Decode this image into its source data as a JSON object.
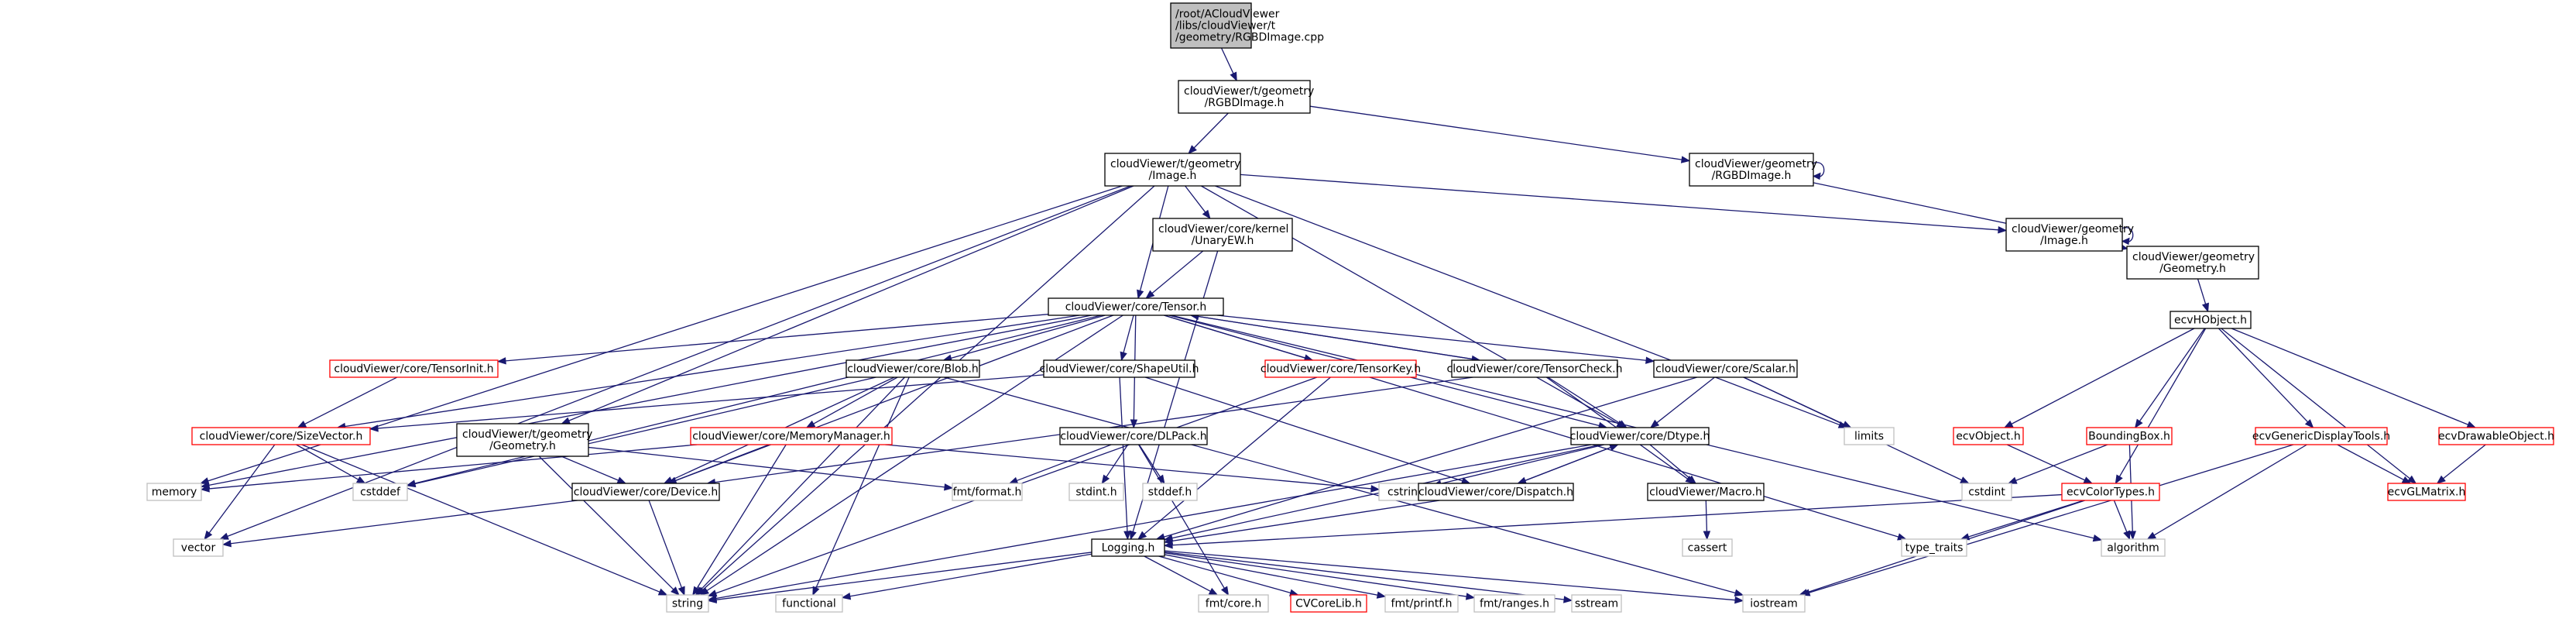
{
  "title": "RGBDImage.cpp include dependency graph",
  "colors": {
    "root_fill": "#bfbfbf",
    "root_stroke": "#000000",
    "doc_stroke": "#000000",
    "truncated_stroke": "#ff0000",
    "external_stroke": "#bfbfbf",
    "edge": "#191970",
    "fill": "#ffffff"
  },
  "nodes": [
    {
      "id": "root",
      "kind": "root",
      "lines": [
        "/root/ACloudViewer",
        "/libs/cloudViewer/t",
        "/geometry/RGBDImage.cpp"
      ]
    },
    {
      "id": "t_rgbd",
      "kind": "doc",
      "lines": [
        "cloudViewer/t/geometry",
        "/RGBDImage.h"
      ]
    },
    {
      "id": "t_image",
      "kind": "doc",
      "lines": [
        "cloudViewer/t/geometry",
        "/Image.h"
      ]
    },
    {
      "id": "g_rgbd",
      "kind": "doc",
      "lines": [
        "cloudViewer/geometry",
        "/RGBDImage.h"
      ]
    },
    {
      "id": "unaryew",
      "kind": "doc",
      "lines": [
        "cloudViewer/core/kernel",
        "/UnaryEW.h"
      ]
    },
    {
      "id": "g_image",
      "kind": "doc",
      "lines": [
        "cloudViewer/geometry",
        "/Image.h"
      ]
    },
    {
      "id": "g_geometry",
      "kind": "doc",
      "lines": [
        "cloudViewer/geometry",
        "/Geometry.h"
      ]
    },
    {
      "id": "tensor",
      "kind": "doc",
      "lines": [
        "cloudViewer/core/Tensor.h"
      ]
    },
    {
      "id": "ecvhobject",
      "kind": "doc",
      "lines": [
        "ecvHObject.h"
      ]
    },
    {
      "id": "tensorinit",
      "kind": "truncated",
      "lines": [
        "cloudViewer/core/TensorInit.h"
      ]
    },
    {
      "id": "blob",
      "kind": "doc",
      "lines": [
        "cloudViewer/core/Blob.h"
      ]
    },
    {
      "id": "shapeutil",
      "kind": "doc",
      "lines": [
        "cloudViewer/core/ShapeUtil.h"
      ]
    },
    {
      "id": "tensorkey",
      "kind": "truncated",
      "lines": [
        "cloudViewer/core/TensorKey.h"
      ]
    },
    {
      "id": "tensorcheck",
      "kind": "doc",
      "lines": [
        "cloudViewer/core/TensorCheck.h"
      ]
    },
    {
      "id": "scalar",
      "kind": "doc",
      "lines": [
        "cloudViewer/core/Scalar.h"
      ]
    },
    {
      "id": "limits",
      "kind": "external",
      "lines": [
        "limits"
      ]
    },
    {
      "id": "ecvobject",
      "kind": "truncated",
      "lines": [
        "ecvObject.h"
      ]
    },
    {
      "id": "boundingbox",
      "kind": "truncated",
      "lines": [
        "BoundingBox.h"
      ]
    },
    {
      "id": "ecvgenericdisplay",
      "kind": "truncated",
      "lines": [
        "ecvGenericDisplayTools.h"
      ]
    },
    {
      "id": "ecvdrawable",
      "kind": "truncated",
      "lines": [
        "ecvDrawableObject.h"
      ]
    },
    {
      "id": "sizevector",
      "kind": "truncated",
      "lines": [
        "cloudViewer/core/SizeVector.h"
      ]
    },
    {
      "id": "t_geometry",
      "kind": "doc",
      "lines": [
        "cloudViewer/t/geometry",
        "/Geometry.h"
      ]
    },
    {
      "id": "memorymanager",
      "kind": "truncated",
      "lines": [
        "cloudViewer/core/MemoryManager.h"
      ]
    },
    {
      "id": "dlpack",
      "kind": "doc",
      "lines": [
        "cloudViewer/core/DLPack.h"
      ]
    },
    {
      "id": "dtype",
      "kind": "doc",
      "lines": [
        "cloudViewer/core/Dtype.h"
      ]
    },
    {
      "id": "cstdint",
      "kind": "external",
      "lines": [
        "cstdint"
      ]
    },
    {
      "id": "ecvcolortypes",
      "kind": "truncated",
      "lines": [
        "ecvColorTypes.h"
      ]
    },
    {
      "id": "ecvglmatrix",
      "kind": "truncated",
      "lines": [
        "ecvGLMatrix.h"
      ]
    },
    {
      "id": "memory",
      "kind": "external",
      "lines": [
        "memory"
      ]
    },
    {
      "id": "cstddef",
      "kind": "external",
      "lines": [
        "cstddef"
      ]
    },
    {
      "id": "device",
      "kind": "doc",
      "lines": [
        "cloudViewer/core/Device.h"
      ]
    },
    {
      "id": "fmtformat",
      "kind": "external",
      "lines": [
        "fmt/format.h"
      ]
    },
    {
      "id": "stdint",
      "kind": "external",
      "lines": [
        "stdint.h"
      ]
    },
    {
      "id": "stddef",
      "kind": "external",
      "lines": [
        "stddef.h"
      ]
    },
    {
      "id": "cstring",
      "kind": "external",
      "lines": [
        "cstring"
      ]
    },
    {
      "id": "dispatch",
      "kind": "doc",
      "lines": [
        "cloudViewer/core/Dispatch.h"
      ]
    },
    {
      "id": "macro",
      "kind": "doc",
      "lines": [
        "cloudViewer/Macro.h"
      ]
    },
    {
      "id": "cassert",
      "kind": "external",
      "lines": [
        "cassert"
      ]
    },
    {
      "id": "typetraits",
      "kind": "external",
      "lines": [
        "type_traits"
      ]
    },
    {
      "id": "algorithm",
      "kind": "external",
      "lines": [
        "algorithm"
      ]
    },
    {
      "id": "vector",
      "kind": "external",
      "lines": [
        "vector"
      ]
    },
    {
      "id": "logging",
      "kind": "doc",
      "lines": [
        "Logging.h"
      ]
    },
    {
      "id": "string",
      "kind": "external",
      "lines": [
        "string"
      ]
    },
    {
      "id": "functional",
      "kind": "external",
      "lines": [
        "functional"
      ]
    },
    {
      "id": "fmtcore",
      "kind": "external",
      "lines": [
        "fmt/core.h"
      ]
    },
    {
      "id": "cvcorelib",
      "kind": "truncated",
      "lines": [
        "CVCoreLib.h"
      ]
    },
    {
      "id": "fmtprintf",
      "kind": "external",
      "lines": [
        "fmt/printf.h"
      ]
    },
    {
      "id": "fmtranges",
      "kind": "external",
      "lines": [
        "fmt/ranges.h"
      ]
    },
    {
      "id": "sstream",
      "kind": "external",
      "lines": [
        "sstream"
      ]
    },
    {
      "id": "iostream",
      "kind": "external",
      "lines": [
        "iostream"
      ]
    }
  ],
  "edges": [
    [
      "root",
      "t_rgbd"
    ],
    [
      "t_rgbd",
      "t_image"
    ],
    [
      "t_rgbd",
      "g_rgbd"
    ],
    [
      "t_image",
      "unaryew"
    ],
    [
      "t_image",
      "tensor"
    ],
    [
      "t_image",
      "t_geometry"
    ],
    [
      "t_image",
      "limits"
    ],
    [
      "t_image",
      "memory"
    ],
    [
      "t_image",
      "vector"
    ],
    [
      "t_image",
      "string"
    ],
    [
      "t_image",
      "dtype"
    ],
    [
      "t_image",
      "g_image"
    ],
    [
      "g_rgbd",
      "g_rgbd"
    ],
    [
      "g_rgbd",
      "g_geometry"
    ],
    [
      "g_image",
      "g_image"
    ],
    [
      "g_image",
      "g_geometry"
    ],
    [
      "unaryew",
      "tensor"
    ],
    [
      "unaryew",
      "logging"
    ],
    [
      "g_geometry",
      "ecvhobject"
    ],
    [
      "tensor",
      "tensorinit"
    ],
    [
      "tensor",
      "blob"
    ],
    [
      "tensor",
      "shapeutil"
    ],
    [
      "tensor",
      "tensorkey"
    ],
    [
      "tensor",
      "tensorcheck"
    ],
    [
      "tensor",
      "scalar"
    ],
    [
      "tensor",
      "sizevector"
    ],
    [
      "tensor",
      "dlpack"
    ],
    [
      "tensor",
      "dtype"
    ],
    [
      "tensor",
      "device"
    ],
    [
      "tensor",
      "memory"
    ],
    [
      "tensor",
      "string"
    ],
    [
      "tensor",
      "algorithm"
    ],
    [
      "tensor",
      "typetraits"
    ],
    [
      "tensor",
      "cstddef"
    ],
    [
      "tensorcheck",
      "tensor"
    ],
    [
      "tensorinit",
      "sizevector"
    ],
    [
      "blob",
      "memorymanager"
    ],
    [
      "blob",
      "device"
    ],
    [
      "blob",
      "cstddef"
    ],
    [
      "blob",
      "string"
    ],
    [
      "blob",
      "functional"
    ],
    [
      "blob",
      "iostream"
    ],
    [
      "shapeutil",
      "sizevector"
    ],
    [
      "shapeutil",
      "logging"
    ],
    [
      "shapeutil",
      "dispatch"
    ],
    [
      "tensorkey",
      "logging"
    ],
    [
      "tensorkey",
      "string"
    ],
    [
      "tensorcheck",
      "dtype"
    ],
    [
      "tensorcheck",
      "device"
    ],
    [
      "tensorcheck",
      "macro"
    ],
    [
      "scalar",
      "dtype"
    ],
    [
      "scalar",
      "logging"
    ],
    [
      "scalar",
      "cstdint"
    ],
    [
      "scalar",
      "limits"
    ],
    [
      "ecvhobject",
      "ecvobject"
    ],
    [
      "ecvhobject",
      "boundingbox"
    ],
    [
      "ecvhobject",
      "ecvgenericdisplay"
    ],
    [
      "ecvhobject",
      "ecvdrawable"
    ],
    [
      "ecvhobject",
      "ecvglmatrix"
    ],
    [
      "ecvhobject",
      "ecvcolortypes"
    ],
    [
      "ecvobject",
      "ecvcolortypes"
    ],
    [
      "boundingbox",
      "cstdint"
    ],
    [
      "boundingbox",
      "algorithm"
    ],
    [
      "ecvgenericdisplay",
      "ecvglmatrix"
    ],
    [
      "ecvgenericdisplay",
      "algorithm"
    ],
    [
      "ecvgenericdisplay",
      "iostream"
    ],
    [
      "ecvdrawable",
      "ecvglmatrix"
    ],
    [
      "sizevector",
      "cstddef"
    ],
    [
      "sizevector",
      "vector"
    ],
    [
      "sizevector",
      "string"
    ],
    [
      "t_geometry",
      "device"
    ],
    [
      "t_geometry",
      "string"
    ],
    [
      "t_geometry",
      "fmtformat"
    ],
    [
      "memorymanager",
      "device"
    ],
    [
      "memorymanager",
      "memory"
    ],
    [
      "memorymanager",
      "string"
    ],
    [
      "memorymanager",
      "cstring"
    ],
    [
      "dlpack",
      "fmtformat"
    ],
    [
      "dlpack",
      "stdint"
    ],
    [
      "dlpack",
      "stddef"
    ],
    [
      "dlpack",
      "fmtcore"
    ],
    [
      "dtype",
      "dispatch"
    ],
    [
      "dtype",
      "macro"
    ],
    [
      "dtype",
      "logging"
    ],
    [
      "dtype",
      "string"
    ],
    [
      "dtype",
      "cstring"
    ],
    [
      "dispatch",
      "dtype"
    ],
    [
      "dispatch",
      "logging"
    ],
    [
      "macro",
      "cassert"
    ],
    [
      "ecvcolortypes",
      "logging"
    ],
    [
      "ecvcolortypes",
      "typetraits"
    ],
    [
      "ecvcolortypes",
      "algorithm"
    ],
    [
      "ecvcolortypes",
      "iostream"
    ],
    [
      "device",
      "vector"
    ],
    [
      "device",
      "string"
    ],
    [
      "logging",
      "string"
    ],
    [
      "logging",
      "functional"
    ],
    [
      "logging",
      "fmtcore"
    ],
    [
      "logging",
      "cvcorelib"
    ],
    [
      "logging",
      "fmtprintf"
    ],
    [
      "logging",
      "fmtranges"
    ],
    [
      "logging",
      "sstream"
    ],
    [
      "logging",
      "iostream"
    ]
  ]
}
